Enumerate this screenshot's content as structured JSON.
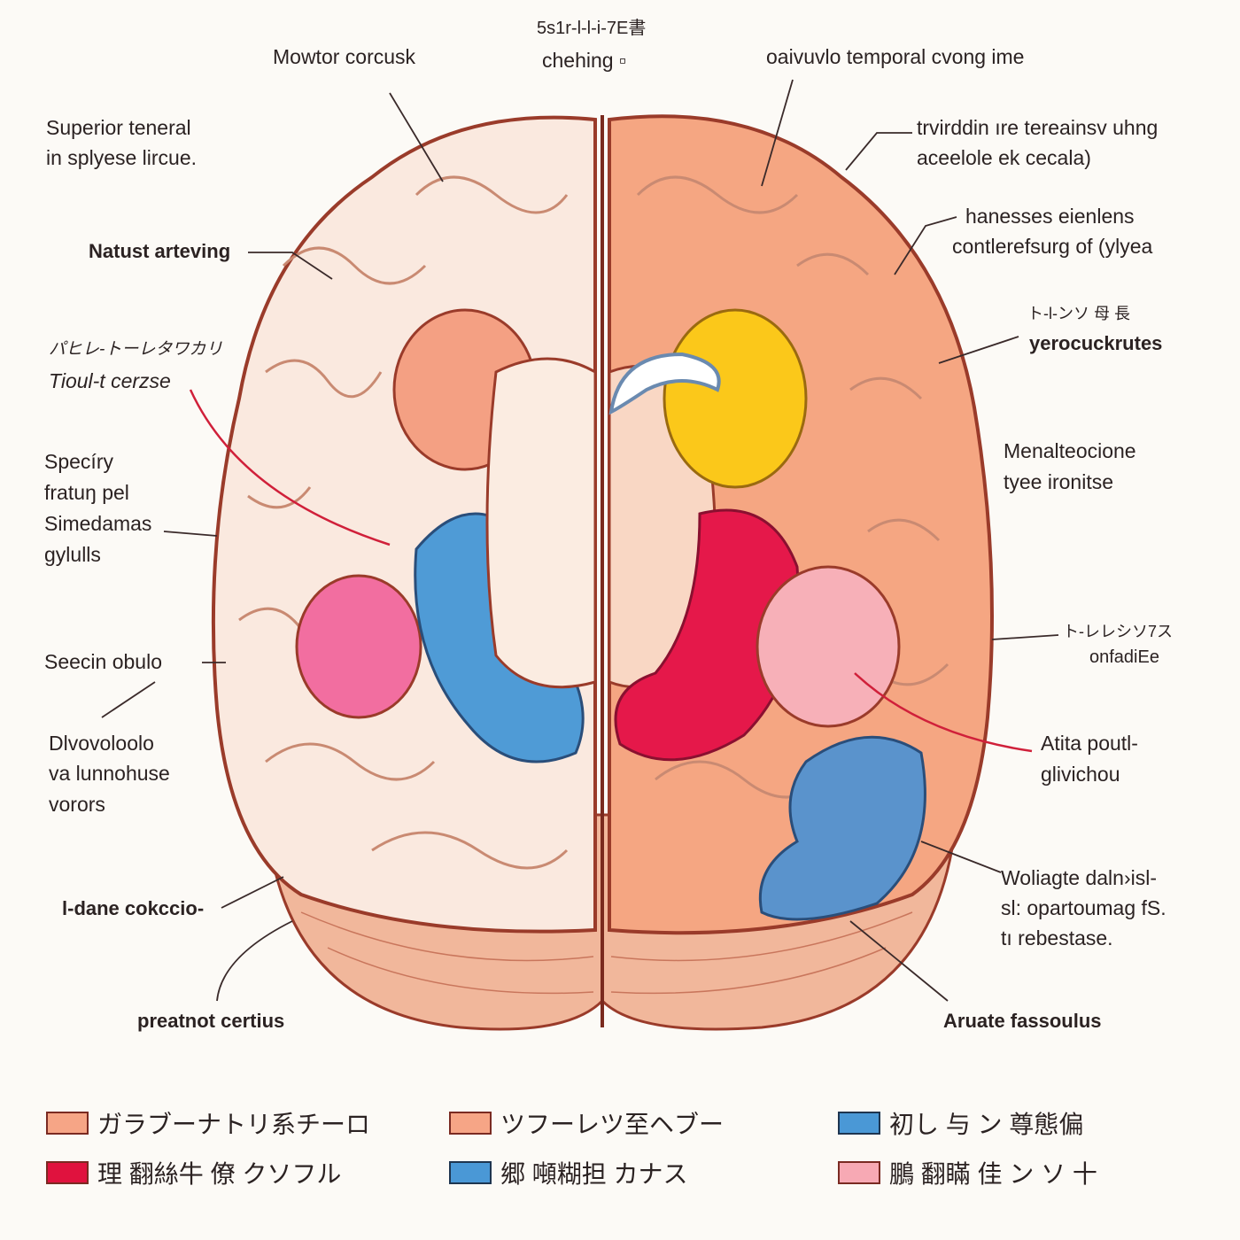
{
  "title_lines": [
    "5s1r-l-l-i-7E書",
    "chehing ▫"
  ],
  "labels": {
    "top_left": "Mowtor corcusk",
    "top_right": "oaivuvlo temporal cvong ime",
    "left_1": [
      "Superior teneral",
      "in splyese lircue."
    ],
    "left_2": "Natust arteving",
    "left_3": [
      "パヒレ-トーレタワカリ",
      "Tioul-t cerzse"
    ],
    "left_4": [
      "Specíry",
      "fratuŋ pel",
      "Simedamas",
      "gylulls"
    ],
    "left_5": "Seecin obulo",
    "left_6": [
      "Dlvovoloolo",
      "va lunnohuse",
      "vorors"
    ],
    "left_7": "l-dane cokccio-",
    "bottom_left": "preatnot certius",
    "right_1": [
      "trvirddin ıre tereainsv uhng",
      "aceelole ek cecala)"
    ],
    "right_2": [
      "hanesses eienlens",
      "contlerefsurg of (уlyea"
    ],
    "right_3": [
      "ト-l-ンソ 母 長",
      "yerocuckrutes"
    ],
    "right_4": [
      "Menalteocione",
      "tyee ironitse"
    ],
    "right_5": [
      "ト-レレシソ7ス",
      "onfadiEe"
    ],
    "right_6": [
      "Atita poutl-",
      "glivichou"
    ],
    "right_7": [
      "Woliagte daln›isl-",
      "sl: opartoumag fS.",
      "tı rebestase."
    ],
    "bottom_right": "Aruate fassoulus"
  },
  "legend": [
    {
      "label": "ガラブーナトリ系チーロ",
      "color": "#f6a586"
    },
    {
      "label": "ツフーレツ至ヘブー",
      "color": "#f6a586"
    },
    {
      "label": "初し 与 ン 尊態偏",
      "color": "#4a98d6"
    },
    {
      "label": "理 翻絲牛 僚 クソフル",
      "color": "#e0123e"
    },
    {
      "label": "郷 噸糊担 カナス",
      "color": "#4a98d6"
    },
    {
      "label": "鵬 翻瞞 佳 ン ソ 十",
      "color": "#f7a9b4"
    }
  ]
}
